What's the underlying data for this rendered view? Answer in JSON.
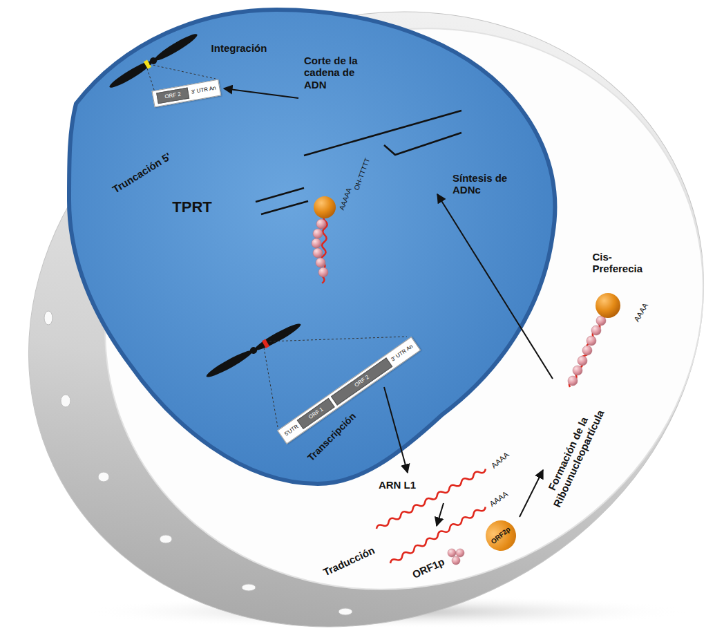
{
  "diagram": {
    "nodes": [
      {
        "text": [
          "3' UTR An"
        ]
      },
      {
        "text": [
          "ORF 2"
        ],
        "in": 0
      },
      {
        "text": [
          "5'UTR",
          "3' UTR An"
        ]
      },
      {
        "text": [
          "ORF 1"
        ],
        "in": 2
      },
      {
        "text": [
          "ORF 2"
        ],
        "in": 2
      },
      {
        "text": [
          "ORF2p"
        ]
      }
    ],
    "labels": [
      "Integración",
      "Corte de la cadena de ADN",
      "Síntesis de ADNc",
      "Truncación 5'",
      "TPRT",
      "AAAAA",
      "OH-TTTTT",
      "Transcripción",
      "ARN L1",
      "AAAA",
      "Cis-Preferecia",
      "AAAA",
      "Formación de la Ribounucleopartícula",
      "AAAA",
      "Traducción",
      "ORF1p"
    ]
  }
}
